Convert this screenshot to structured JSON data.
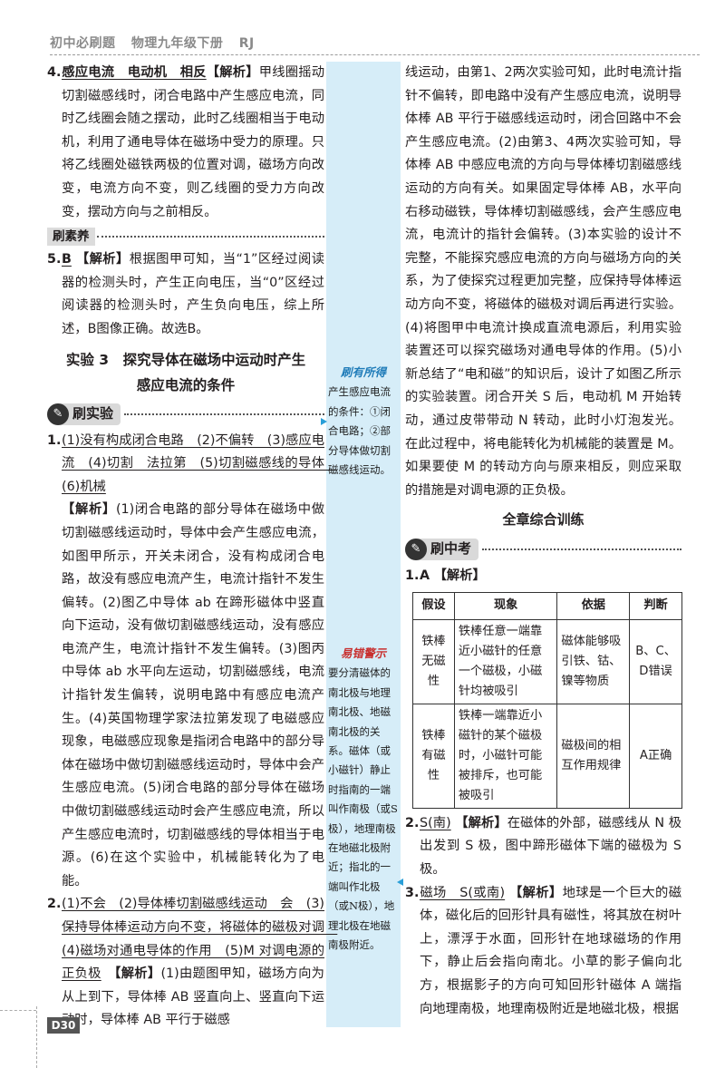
{
  "header": {
    "book": "初中必刷题",
    "subject": "物理九年级下册",
    "edition": "RJ"
  },
  "page_number": "D30",
  "left": {
    "q4": {
      "num": "4.",
      "answer": "感应电流　电动机　相反",
      "jiexi": "【解析】",
      "text": "甲线圈摇动切割磁感线时，闭合电路中产生感应电流，同时乙线圈会随之摆动，此时乙线圈相当于电动机，利用了通电导体在磁场中受力的原理。只将乙线圈处磁铁两极的位置对调，磁场方向改变，电流方向不变，则乙线圈的受力方向改变，摆动方向与之前相反。"
    },
    "suyang_label": "刷素养",
    "q5": {
      "num": "5.",
      "answer": "B",
      "jiexi": "【解析】",
      "text": "根据图甲可知，当“1”区经过阅读器的检测头时，产生正向电压，当“0”区经过阅读器的检测头时，产生负向电压，综上所述，B图像正确。故选B。"
    },
    "exp_title_1": "实验 3　探究导体在磁场中运动时产生",
    "exp_title_2": "感应电流的条件",
    "tag_shiyan": "刷实验",
    "q1": {
      "num": "1.",
      "ans1": "(1)没有构成闭合电路　(2)不偏转　(3)感应电流　(4)切割　法拉第　(5)切割磁感线的导体　(6)机械",
      "jiexi": "【解析】",
      "text": "(1)闭合电路的部分导体在磁场中做切割磁感线运动时，导体中会产生感应电流，如图甲所示，开关未闭合，没有构成闭合电路，故没有感应电流产生，电流计指针不发生偏转。(2)图乙中导体 ab 在蹄形磁体中竖直向下运动，没有做切割磁感线运动，没有感应电流产生，电流计指针不发生偏转。(3)图丙中导体 ab 水平向左运动，切割磁感线，电流计指针发生偏转，说明电路中有感应电流产生。(4)英国物理学家法拉第发现了电磁感应现象，电磁感应现象是指闭合电路中的部分导体在磁场中做切割磁感线运动时，导体中会产生感应电流。(5)闭合电路的部分导体在磁场中做切割磁感线运动时会产生感应电流，所以产生感应电流时，切割磁感线的导体相当于电源。(6)在这个实验中，机械能转化为了电能。"
    },
    "q2": {
      "num": "2.",
      "ans": "(1)不会　(2)导体棒切割磁感线运动　会　(3)保持导体棒运动方向不变，将磁体的磁极对调　(4)磁场对通电导体的作用　(5)M 对调电源的正负极",
      "jiexi": "【解析】",
      "text": "(1)由题图甲知，磁场方向为从上到下，导体棒 AB 竖直向上、竖直向下运动时，导体棒 AB 平行于磁感"
    }
  },
  "sidebar": {
    "tip1": {
      "title": "刷有所得",
      "text": "产生感应电流的条件：①闭合电路；②部分导体做切割磁感线运动。"
    },
    "tip2": {
      "title": "易错警示",
      "text": "要分清磁体的南北极与地理南北极、地磁南北极的关系。磁体（或小磁针）静止时指南的一端叫作南极（或S极），地理南极在地磁北极附近；指北的一端叫作北极（或N极），地理北极在地磁南极附近。"
    }
  },
  "right": {
    "cont": "线运动，由第1、2两次实验可知，此时电流计指针不偏转，即电路中没有产生感应电流，说明导体棒 AB 平行于磁感线运动时，闭合回路中不会产生感应电流。(2)由第3、4两次实验可知，导体棒 AB 中感应电流的方向与导体棒切割磁感线运动的方向有关。如果固定导体棒 AB，水平向右移动磁铁，导体棒切割磁感线，会产生感应电流，电流计的指针会偏转。(3)本实验的设计不完整，不能探究感应电流的方向与磁场方向的关系，为了使探究过程更加完整，应保持导体棒运动方向不变，将磁体的磁极对调后再进行实验。(4)将图甲中电流计换成直流电源后，利用实验装置还可以探究磁场对通电导体的作用。(5)小新总结了“电和磁”的知识后，设计了如图乙所示的实验装置。闭合开关 S 后，电动机 M 开始转动，通过皮带带动 N 转动，此时小灯泡发光。在此过程中，将电能转化为机械能的装置是 M。如果要使 M 的转动方向与原来相反，则应采取的措施是对调电源的正负极。",
    "section_title": "全章综合训练",
    "tag_zhongkao": "刷中考",
    "q1": {
      "num": "1.",
      "answer": "A",
      "jiexi": "【解析】"
    },
    "table": {
      "headers": [
        "假设",
        "现象",
        "依据",
        "判断"
      ],
      "rows": [
        [
          "铁棒无磁性",
          "铁棒任意一端靠近小磁针的任意一个磁极，小磁针均被吸引",
          "磁体能够吸引铁、钴、镍等物质",
          "B、C、D错误"
        ],
        [
          "铁棒有磁性",
          "铁棒一端靠近小磁针的某个磁极时，小磁针可能被排斥，也可能被吸引",
          "磁极间的相互作用规律",
          "A正确"
        ]
      ]
    },
    "q2": {
      "num": "2.",
      "answer": "S(南)",
      "jiexi": "【解析】",
      "text": "在磁体的外部，磁感线从 N 极出发到 S 极，图中蹄形磁体下端的磁极为 S 极。"
    },
    "q3": {
      "num": "3.",
      "answer": "磁场　S(或南)",
      "jiexi": "【解析】",
      "text": "地球是一个巨大的磁体，磁化后的回形针具有磁性，将其放在树叶上，漂浮于水面，回形针在地球磁场的作用下，静止后会指向南北。小草的影子偏向北方，根据影子的方向可知回形针磁体 A 端指向地理南极，地理南极附近是地磁北极，根据"
    }
  }
}
